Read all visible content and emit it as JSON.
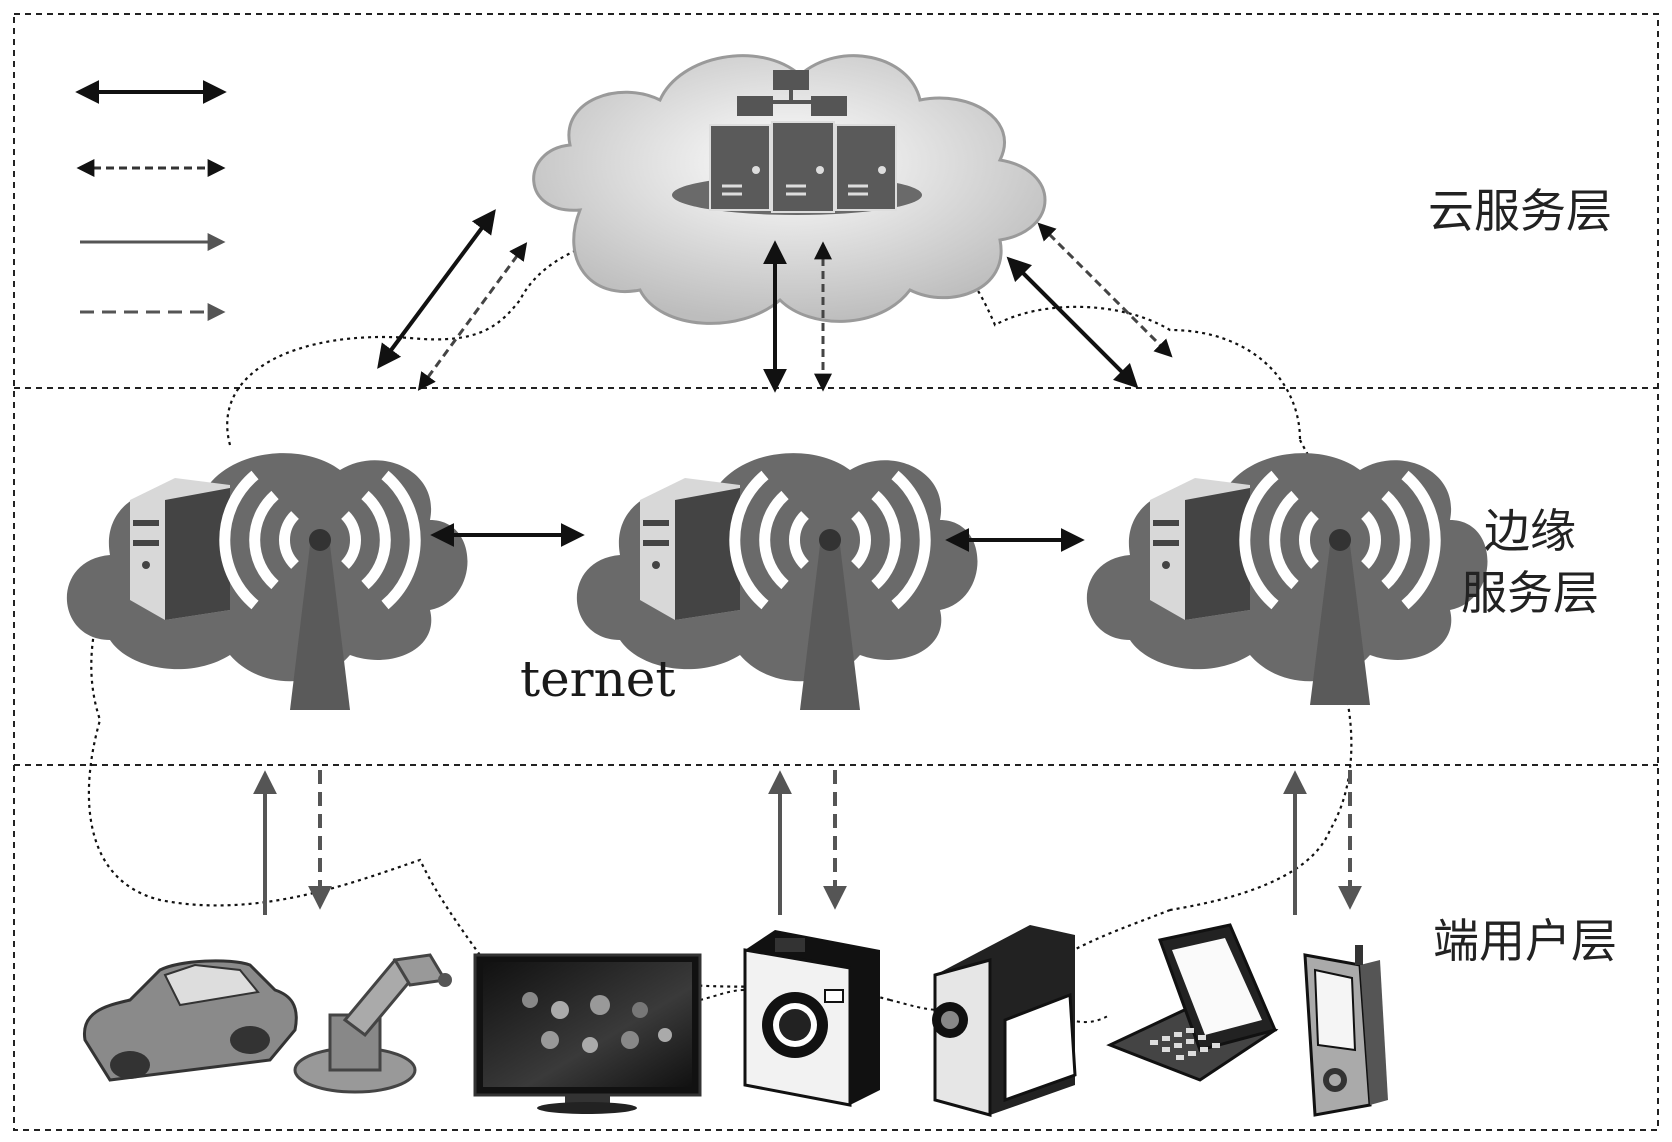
{
  "layers": {
    "cloud_label": "云服务层",
    "edge_label_line1": "边缘",
    "edge_label_line2": "服务层",
    "user_label": "端用户层"
  },
  "network_text": "ternet",
  "legend": [
    {
      "style": "solid-bidirectional",
      "label": ""
    },
    {
      "style": "dashed-bidirectional",
      "label": ""
    },
    {
      "style": "solid-unidirectional",
      "label": ""
    },
    {
      "style": "dashed-unidirectional",
      "label": ""
    }
  ],
  "devices": [
    "car",
    "robot-arm",
    "television",
    "camera",
    "video-camera",
    "laptop",
    "pda"
  ],
  "colors": {
    "dark": "#111111",
    "gray": "#5a5a5a",
    "cloud_fill": "#6a6a6a",
    "light_cloud": "#e6e6e6"
  }
}
